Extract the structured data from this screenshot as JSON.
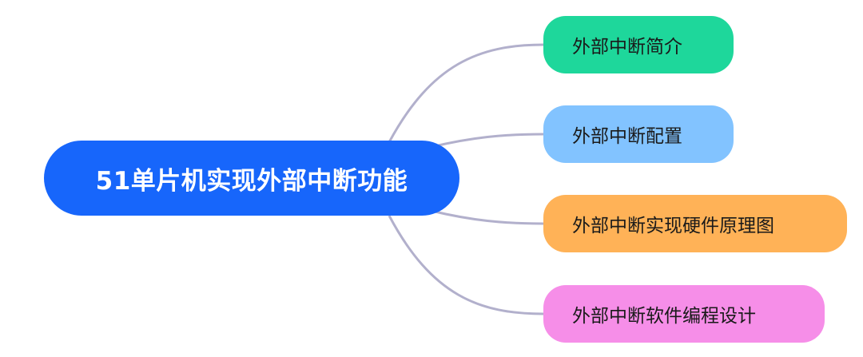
{
  "mindmap": {
    "root": {
      "label": "51单片机实现外部中断功能",
      "color": "#1766fb"
    },
    "branches": [
      {
        "label": "外部中断简介",
        "color": "#1ed79b"
      },
      {
        "label": "外部中断配置",
        "color": "#82c3ff"
      },
      {
        "label": "外部中断实现硬件原理图",
        "color": "#ffb257"
      },
      {
        "label": "外部中断软件编程设计",
        "color": "#f68ee8"
      }
    ],
    "connector_color": "#b2b0cc"
  }
}
